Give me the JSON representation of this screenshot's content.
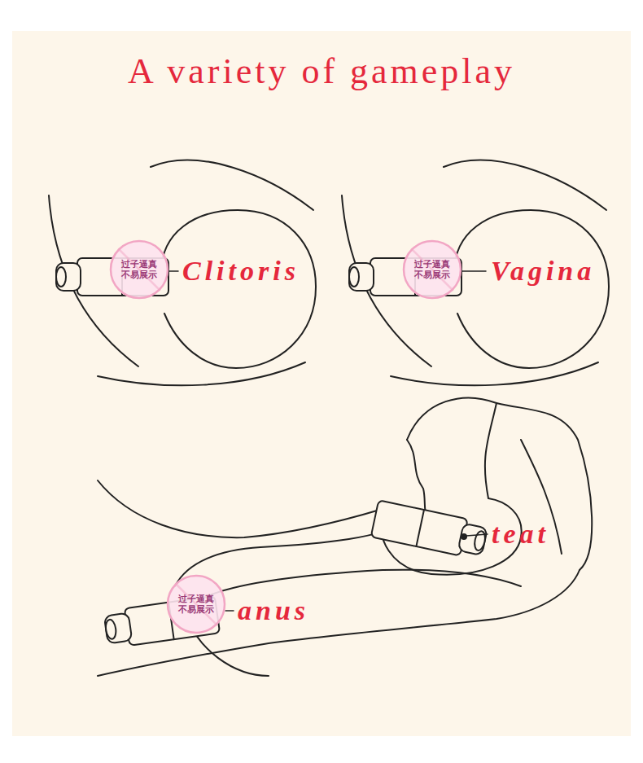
{
  "diagram": {
    "title": "A variety of gameplay",
    "labels": [
      "Clitoris",
      "过子逼真 不易展示",
      "Vagina",
      "过子逼真 不易展示",
      "teat",
      "过子逼真 不易展示",
      "anus"
    ]
  }
}
